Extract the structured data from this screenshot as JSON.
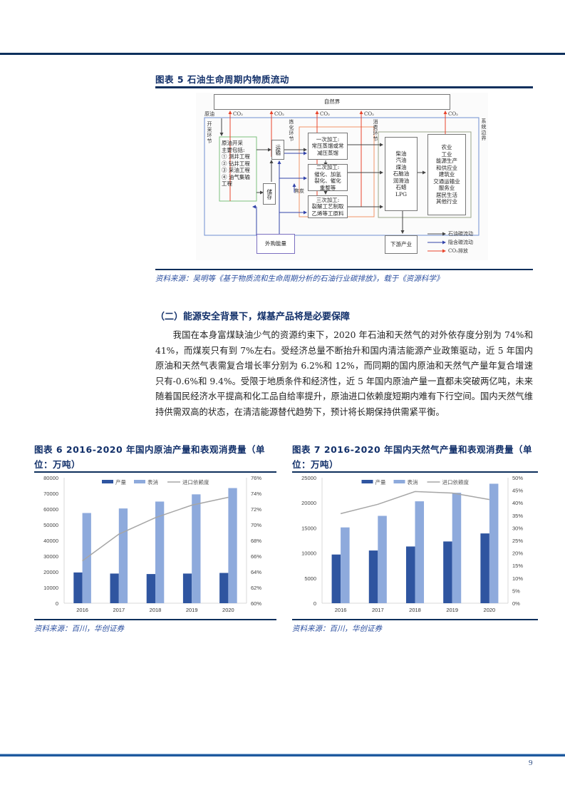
{
  "page": {
    "number": "9"
  },
  "figure5": {
    "title": "图表 5   石油生命周期内物质流动",
    "source": "资料来源：吴明等《基于物质流和生命周期分析的石油行业碳排放》，载于《资源科学》",
    "diagram": {
      "nature": "自然界",
      "crude_oil": "原油",
      "co2": "CO₂",
      "mining_stage": "开采环节",
      "refining_stage": "炼化环节",
      "consumption_stage": "消费环节",
      "system_boundary": "系统边界",
      "mining_box": [
        "原油开采",
        "主要包括:",
        "① 测井工程",
        "② 钻井工程",
        "③ 采油工程",
        "④ 油气集输",
        "工程"
      ],
      "transport": "运输",
      "storage": "储存",
      "primary": [
        "一次加工:",
        "常压蒸馏或常",
        "减压蒸馏"
      ],
      "secondary": [
        "二次加工:",
        "催化、加氢",
        "裂化、催化",
        "重整等"
      ],
      "tertiary": [
        "三次加工:",
        "裂解工艺制取",
        "乙烯等工原料"
      ],
      "coke": "焦炭",
      "products": [
        "柴油",
        "汽油",
        "煤油",
        "石脑油",
        "润滑油",
        "石蜡",
        "LPG"
      ],
      "sectors": [
        "农业",
        "工业",
        "能源生产",
        "和供应业",
        "建筑业",
        "交通运输业",
        "服务业",
        "居民生活",
        "其他行业"
      ],
      "purchased_energy": "外购能量",
      "downstream": "下游产业",
      "legend": [
        {
          "label": "石油碳流动",
          "color": "#555555"
        },
        {
          "label": "隐含碳流动",
          "color": "#3344aa"
        },
        {
          "label": "CO₂排放",
          "color": "#e8452c"
        }
      ]
    }
  },
  "section": {
    "heading": "（二）能源安全背景下，煤基产品将是必要保障",
    "paragraph": "我国在本身富煤缺油少气的资源约束下，2020 年石油和天然气的对外依存度分别为 74%和 41%，而煤炭只有到 7%左右。受经济总量不断抬升和国内清洁能源产业政策驱动，近 5 年国内原油和天然气表需复合增长率分别为 6.2%和 12%，而同期的国内原油和天然气产量年复合增速只有-0.6%和 9.4%。受限于地质条件和经济性，近 5 年国内原油产量一直都未突破两亿吨，未来随着国民经济水平提高和化工品自给率提升，原油进口依赖度短期内难有下行空间。国内天然气维持供需双高的状态，在清洁能源替代趋势下，预计将长期保持供需紧平衡。"
  },
  "figure6": {
    "title": "图表 6   2016-2020 年国内原油产量和表观消费量（单位：万吨）",
    "source": "资料来源：百川，华创证券"
  },
  "figure7": {
    "title": "图表 7   2016-2020 年国内天然气产量和表观消费量（单位：万吨）",
    "source": "资料来源：百川，华创证券"
  },
  "colors": {
    "production": "#2f55a0",
    "consumption": "#8eaadc",
    "dependency": "#a6a6a6",
    "brand": "#12306a"
  },
  "chart_data": [
    {
      "type": "bar",
      "title": "2016-2020年国内原油产量和表观消费量（单位：万吨）",
      "categories": [
        "2016",
        "2017",
        "2018",
        "2019",
        "2020"
      ],
      "series": [
        {
          "name": "产量",
          "type": "bar",
          "axis": "left",
          "values": [
            19600,
            18900,
            18600,
            18900,
            19300
          ]
        },
        {
          "name": "表消",
          "type": "bar",
          "axis": "left",
          "values": [
            57500,
            60400,
            64800,
            69400,
            73400
          ]
        },
        {
          "name": "进口依赖度",
          "type": "line",
          "axis": "right",
          "values": [
            65.4,
            68.8,
            70.9,
            72.5,
            73.5
          ]
        }
      ],
      "left_axis": {
        "ylim": [
          0,
          80000
        ],
        "ticks": [
          "0",
          "10000",
          "20000",
          "30000",
          "40000",
          "50000",
          "60000",
          "70000",
          "80000"
        ]
      },
      "right_axis": {
        "ylim": [
          60,
          76
        ],
        "ticks": [
          "60%",
          "62%",
          "64%",
          "66%",
          "68%",
          "70%",
          "72%",
          "74%",
          "76%"
        ]
      },
      "legend": [
        "产量",
        "表消",
        "进口依赖度"
      ],
      "legend_position": "top",
      "grid": false,
      "xlabel": "",
      "ylabel": ""
    },
    {
      "type": "bar",
      "title": "2016-2020年国内天然气产量和表观消费量（单位：万吨）",
      "categories": [
        "2016",
        "2017",
        "2018",
        "2019",
        "2020"
      ],
      "series": [
        {
          "name": "产量",
          "type": "bar",
          "axis": "left",
          "values": [
            9700,
            10500,
            11300,
            12300,
            13900
          ]
        },
        {
          "name": "表消",
          "type": "bar",
          "axis": "left",
          "values": [
            15100,
            17400,
            20300,
            22000,
            23800
          ]
        },
        {
          "name": "进口依赖度",
          "type": "line",
          "axis": "right",
          "values": [
            35.7,
            39.4,
            44.5,
            43.9,
            41.3
          ]
        }
      ],
      "left_axis": {
        "ylim": [
          0,
          25000
        ],
        "ticks": [
          "0",
          "5000",
          "10000",
          "15000",
          "20000",
          "25000"
        ]
      },
      "right_axis": {
        "ylim": [
          0,
          50
        ],
        "ticks": [
          "0%",
          "5%",
          "10%",
          "15%",
          "20%",
          "25%",
          "30%",
          "35%",
          "40%",
          "45%",
          "50%"
        ]
      },
      "legend": [
        "产量",
        "表消",
        "进口依赖度"
      ],
      "legend_position": "top",
      "grid": false,
      "xlabel": "",
      "ylabel": ""
    }
  ]
}
